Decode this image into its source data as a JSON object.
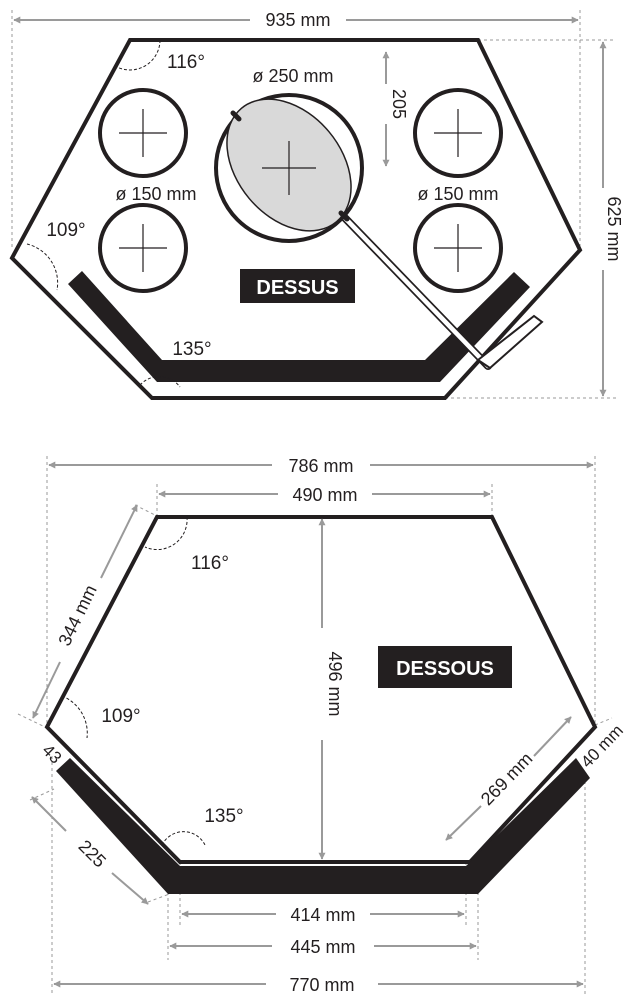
{
  "top_view": {
    "label": "DESSUS",
    "width_label": "935 mm",
    "depth_label": "625 mm",
    "burner_large_label": "ø 250 mm",
    "burner_small_left_label": "ø 150 mm",
    "burner_small_right_label": "ø 150 mm",
    "offset_label": "205",
    "angle_top_label": "116°",
    "angle_side_label": "109°",
    "angle_bottom_label": "135°"
  },
  "bottom_view": {
    "label": "DESSOUS",
    "total_width_label": "786 mm",
    "top_width_label": "490 mm",
    "height_label": "496 mm",
    "slant_left_label": "344 mm",
    "slant_right_label": "269 mm",
    "left_edge_label": "43",
    "right_edge_label": "40 mm",
    "lower_left_label": "225",
    "inner_bottom_label": "414 mm",
    "outer_bottom_label": "445 mm",
    "bottom_width_label": "770 mm",
    "angle_top_label": "116°",
    "angle_side_label": "109°",
    "angle_bottom_label": "135°"
  },
  "colors": {
    "outline": "#231f20",
    "dimension_line": "#9a9a9a",
    "pan_fill": "#d9d9d9",
    "badge": "#231f20"
  }
}
